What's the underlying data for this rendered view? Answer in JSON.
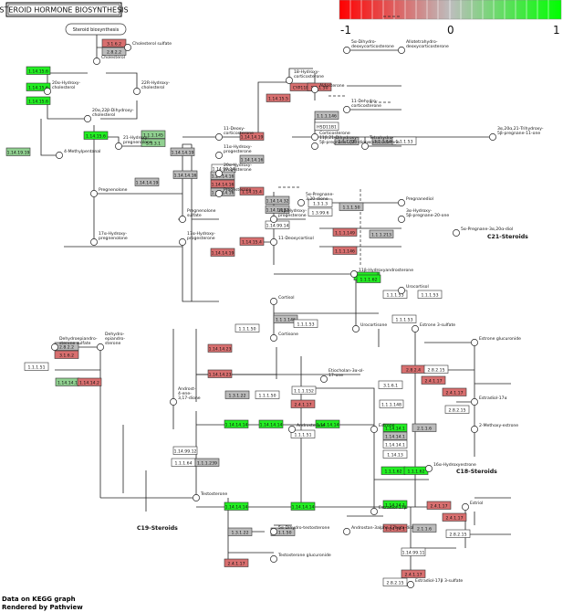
{
  "title": "STEROID HORMONE BIOSYNTHESIS",
  "legend": {
    "min": "-1",
    "mid": "0",
    "max": "1",
    "colors": {
      "low": "#ff0000",
      "mid": "#bdbdbd",
      "high": "#00ff00"
    }
  },
  "footer": {
    "line1": "Data on KEGG graph",
    "line2": "Rendered by Pathview"
  },
  "colors": {
    "up": "#22ee22",
    "mild_up": "#90d090",
    "neutral": "#bbbbbb",
    "mild_down": "#c89a9a",
    "down": "#d86f6f",
    "white": "#ffffff"
  },
  "sections": [
    "C21-Steroids",
    "C18-Steroids",
    "C19-Steroids"
  ],
  "enzymes": [
    {
      "id": "e1",
      "label": "3.1.6.2",
      "color": "down"
    },
    {
      "id": "e2",
      "label": "2.8.2.2",
      "color": "neutral"
    },
    {
      "id": "e3",
      "label": "1.14.15.6",
      "color": "up"
    },
    {
      "id": "e4",
      "label": "1.14.15.6",
      "color": "up"
    },
    {
      "id": "e5",
      "label": "1.14.15.6",
      "color": "up"
    },
    {
      "id": "e6",
      "label": "1.14.15.6",
      "color": "up"
    },
    {
      "id": "e7",
      "label": "1.14.19.19",
      "color": "mild_up"
    },
    {
      "id": "e8",
      "label": "1.1.1.145",
      "color": "mild_up"
    },
    {
      "id": "e9",
      "label": "5.3.3.1",
      "color": "mild_up"
    },
    {
      "id": "e10",
      "label": "1.14.14.19",
      "color": "neutral"
    },
    {
      "id": "e11",
      "label": "1.14.14.16",
      "color": "down"
    },
    {
      "id": "e12",
      "label": "1.14.14.16",
      "color": "neutral"
    },
    {
      "id": "e13",
      "label": "1.14.99.14",
      "color": "white"
    },
    {
      "id": "e14",
      "label": "1.14.14.19",
      "color": "down"
    },
    {
      "id": "e15",
      "label": "1.14.15.4",
      "color": "down"
    },
    {
      "id": "e16",
      "label": "1.14.15.5",
      "color": "down"
    },
    {
      "id": "e17",
      "label": "CYP11B2",
      "color": "down"
    },
    {
      "id": "e18",
      "label": "1.1.1.50",
      "color": "down"
    },
    {
      "id": "e19",
      "label": "1.1.1.146",
      "color": "neutral"
    },
    {
      "id": "e20",
      "label": "HSD11B1",
      "color": "white"
    },
    {
      "id": "e21",
      "label": "1.1.1.50",
      "color": "neutral"
    },
    {
      "id": "e22",
      "label": "1.1.1.146",
      "color": "neutral"
    },
    {
      "id": "e23",
      "label": "1.1.1.53",
      "color": "white"
    },
    {
      "id": "e24",
      "label": "1.3.1.3",
      "color": "white"
    },
    {
      "id": "e25",
      "label": "1.3.99.6",
      "color": "white"
    },
    {
      "id": "e26",
      "label": "1.1.1.50",
      "color": "neutral"
    },
    {
      "id": "e27",
      "label": "1.1.1.149",
      "color": "down"
    },
    {
      "id": "e28",
      "label": "1.1.1.213",
      "color": "neutral"
    },
    {
      "id": "e29",
      "label": "1.1.1.146",
      "color": "down"
    },
    {
      "id": "e30",
      "label": "1.1.1.62",
      "color": "up"
    },
    {
      "id": "e31",
      "label": "1.1.1.53",
      "color": "white"
    },
    {
      "id": "e32",
      "label": "1.14.14.16",
      "color": "neutral"
    },
    {
      "id": "e33",
      "label": "1.14.15.4",
      "color": "down"
    },
    {
      "id": "e34",
      "label": "1.14.14.19",
      "color": "down"
    },
    {
      "id": "e35",
      "label": "1.14.14.32",
      "color": "neutral"
    },
    {
      "id": "e36",
      "label": "1.14.99.14",
      "color": "white"
    },
    {
      "id": "e37",
      "label": "1.1.1.146",
      "color": "neutral"
    },
    {
      "id": "e38",
      "label": "1.1.1.53",
      "color": "white"
    },
    {
      "id": "e39",
      "label": "1.14.14.23",
      "color": "down"
    },
    {
      "id": "e40",
      "label": "2.8.2.2",
      "color": "neutral"
    },
    {
      "id": "e41",
      "label": "3.1.6.2",
      "color": "down"
    },
    {
      "id": "e42",
      "label": "1.14.14.1",
      "color": "mild_up"
    },
    {
      "id": "e43",
      "label": "1.14.14.2",
      "color": "down"
    },
    {
      "id": "e44",
      "label": "1.1.1.51",
      "color": "white"
    },
    {
      "id": "e45",
      "label": "1.1.1.50",
      "color": "white"
    },
    {
      "id": "e46",
      "label": "1.1.1.53",
      "color": "white"
    },
    {
      "id": "e47",
      "label": "1.1.1.152",
      "color": "white"
    },
    {
      "id": "e48",
      "label": "2.4.1.17",
      "color": "down"
    },
    {
      "id": "e49",
      "label": "1.14.14.23",
      "color": "down"
    },
    {
      "id": "e50",
      "label": "1.3.1.22",
      "color": "neutral"
    },
    {
      "id": "e51",
      "label": "1.1.1.50",
      "color": "white"
    },
    {
      "id": "e52",
      "label": "1.14.14.14",
      "color": "up"
    },
    {
      "id": "e53",
      "label": "1.14.14.14",
      "color": "up"
    },
    {
      "id": "e54",
      "label": "1.14.14.14",
      "color": "up"
    },
    {
      "id": "e55",
      "label": "1.1.1.51",
      "color": "white"
    },
    {
      "id": "e56",
      "label": "1.1.1.64",
      "color": "white"
    },
    {
      "id": "e57",
      "label": "1.1.1.239",
      "color": "neutral"
    },
    {
      "id": "e58",
      "label": "1.14.99.12",
      "color": "white"
    },
    {
      "id": "e59",
      "label": "1.14.14.14",
      "color": "up"
    },
    {
      "id": "e60",
      "label": "1.14.14.14",
      "color": "up"
    },
    {
      "id": "e61",
      "label": "1.3.1.22",
      "color": "neutral"
    },
    {
      "id": "e62",
      "label": "1.1.1.50",
      "color": "neutral"
    },
    {
      "id": "e63",
      "label": "2.4.1.17",
      "color": "down"
    },
    {
      "id": "e64",
      "label": "1.1.1.62",
      "color": "up"
    },
    {
      "id": "e65",
      "label": "2.4.1.17",
      "color": "down"
    },
    {
      "id": "e66",
      "label": "2.8.2.4",
      "color": "down"
    },
    {
      "id": "e67",
      "label": "2.8.2.15",
      "color": "white"
    },
    {
      "id": "e68",
      "label": "3.1.6.1",
      "color": "white"
    },
    {
      "id": "e69",
      "label": "1.1.1.148",
      "color": "white"
    },
    {
      "id": "e70",
      "label": "1.14.14.1",
      "color": "up"
    },
    {
      "id": "e71",
      "label": "2.1.1.6",
      "color": "neutral"
    },
    {
      "id": "e72",
      "label": "2.4.1.17",
      "color": "down"
    },
    {
      "id": "e73",
      "label": "2.8.2.15",
      "color": "white"
    },
    {
      "id": "e74",
      "label": "1.14.14.1",
      "color": "neutral"
    },
    {
      "id": "e75",
      "label": "1.14.14.1",
      "color": "white"
    },
    {
      "id": "e76",
      "label": "1.14.13",
      "color": "white"
    },
    {
      "id": "e77",
      "label": "1.1.1.62",
      "color": "up"
    },
    {
      "id": "e78",
      "label": "1.14.14.1",
      "color": "up"
    },
    {
      "id": "e79",
      "label": "2.4.1.17",
      "color": "down"
    },
    {
      "id": "e80",
      "label": "1.14.14.1",
      "color": "down"
    },
    {
      "id": "e81",
      "label": "2.1.1.6",
      "color": "neutral"
    },
    {
      "id": "e82",
      "label": "2.4.1.17",
      "color": "down"
    },
    {
      "id": "e83",
      "label": "2.8.2.15",
      "color": "white"
    },
    {
      "id": "e84",
      "label": "1.14.99.11",
      "color": "white"
    },
    {
      "id": "e85",
      "label": "2.4.1.17",
      "color": "down"
    },
    {
      "id": "e86",
      "label": "2.8.2.15",
      "color": "white"
    },
    {
      "id": "e87",
      "label": "1.1.1.53",
      "color": "white"
    },
    {
      "id": "e88",
      "label": "1.1.1.62",
      "color": "up"
    },
    {
      "id": "e89",
      "label": "1.1.1.62",
      "color": "up"
    },
    {
      "id": "e90",
      "label": "1.14.14.16",
      "color": "neutral"
    },
    {
      "id": "e91",
      "label": "1.14.14.16",
      "color": "neutral"
    },
    {
      "id": "e92",
      "label": "1.14.14.19",
      "color": "neutral"
    },
    {
      "id": "e93",
      "label": "1.14.14.32",
      "color": "neutral"
    }
  ],
  "compounds": [
    {
      "id": "c1",
      "label": "Steroid biosynthesis"
    },
    {
      "id": "c2",
      "label": "Cholesterol"
    },
    {
      "id": "c3",
      "label": "Cholesterol sulfate"
    },
    {
      "id": "c4",
      "label": "20α-Hydroxy-\ncholesterol"
    },
    {
      "id": "c5",
      "label": "22R-Hydroxy-\ncholesterol"
    },
    {
      "id": "c6",
      "label": "20α,22β-Dihydroxy-\ncholesterol"
    },
    {
      "id": "c7",
      "label": "4-Methylpentanal"
    },
    {
      "id": "c8",
      "label": "21-Hydroxy-\npregnenolone"
    },
    {
      "id": "c9",
      "label": "Pregnenolone"
    },
    {
      "id": "c10",
      "label": "Pregnenolone\nsulfate"
    },
    {
      "id": "c11",
      "label": "11-Deoxy-\ncorticosterone"
    },
    {
      "id": "c12",
      "label": "11α-Hydroxy-\nprogesterone"
    },
    {
      "id": "c13",
      "label": "20α-Hydroxy-\nprogesterone"
    },
    {
      "id": "c14",
      "label": "Progesterone"
    },
    {
      "id": "c15",
      "label": "18-Hydroxy-\ncorticosterone"
    },
    {
      "id": "c16",
      "label": "Aldosterone"
    },
    {
      "id": "c17",
      "label": "Corticosterone"
    },
    {
      "id": "c18",
      "label": "11-Dehydro-\ncorticosterone"
    },
    {
      "id": "c19",
      "label": "5α-Dihydro-\ndeoxycorticosterone"
    },
    {
      "id": "c20",
      "label": "Allotetrahydro-\ndeoxycorticosterone"
    },
    {
      "id": "c21",
      "label": "11β,21-Dihydroxy-\n5β-pregnane-3,20-dione"
    },
    {
      "id": "c22",
      "label": "Tetrahydro-\ncorticosterone"
    },
    {
      "id": "c23",
      "label": "3α,20α,21-Trihydroxy-\n5β-pregnane-11-one"
    },
    {
      "id": "c24",
      "label": "Pregnanediol"
    },
    {
      "id": "c25",
      "label": "5α-Pregnane-\n3,20-dione"
    },
    {
      "id": "c26",
      "label": "3α-Hydroxy-\n5β-pregnane-20-one"
    },
    {
      "id": "c27",
      "label": "5α-Pregnane-3α,20α-diol"
    },
    {
      "id": "c28",
      "label": "17α-Hydroxy-\npregnenolone"
    },
    {
      "id": "c29",
      "label": "17α-Hydroxy-\nprogesterone"
    },
    {
      "id": "c30",
      "label": "11-Deoxycortisol"
    },
    {
      "id": "c31",
      "label": "11β-Hydroxy-\nprogesterone"
    },
    {
      "id": "c32",
      "label": "Cortisol"
    },
    {
      "id": "c33",
      "label": "Cortisone"
    },
    {
      "id": "c34",
      "label": "Urocortisol"
    },
    {
      "id": "c35",
      "label": "Urocortisone"
    },
    {
      "id": "c36",
      "label": "11β-Hydroxyandrosterone"
    },
    {
      "id": "c37",
      "label": "Dehydroepiandro-\nsterone sulfate"
    },
    {
      "id": "c38",
      "label": "Dehydro-\nepiandro-\nsterone"
    },
    {
      "id": "c39",
      "label": "Androst-\n4-ene-\n3,17-dione"
    },
    {
      "id": "c40",
      "label": "Testosterone"
    },
    {
      "id": "c41",
      "label": "Estrone"
    },
    {
      "id": "c42",
      "label": "Estradiol-17β"
    },
    {
      "id": "c43",
      "label": "Estrone 3-sulfate"
    },
    {
      "id": "c44",
      "label": "Estrone glucuronide"
    },
    {
      "id": "c45",
      "label": "Estradiol-17α"
    },
    {
      "id": "c46",
      "label": "2-Methoxy-estrone"
    },
    {
      "id": "c47",
      "label": "16α-Hydroxyestrone"
    },
    {
      "id": "c48",
      "label": "Estriol"
    },
    {
      "id": "c49",
      "label": "Androsterone"
    },
    {
      "id": "c50",
      "label": "Etiocholan-3α-ol-\n17-one"
    },
    {
      "id": "c51",
      "label": "5α-Dihydro-testosterone"
    },
    {
      "id": "c52",
      "label": "Androstan-3alpha,17beta-diol"
    },
    {
      "id": "c53",
      "label": "Testosterone glucuronide"
    },
    {
      "id": "c54",
      "label": "Estradiol-17β 3-sulfate"
    }
  ]
}
